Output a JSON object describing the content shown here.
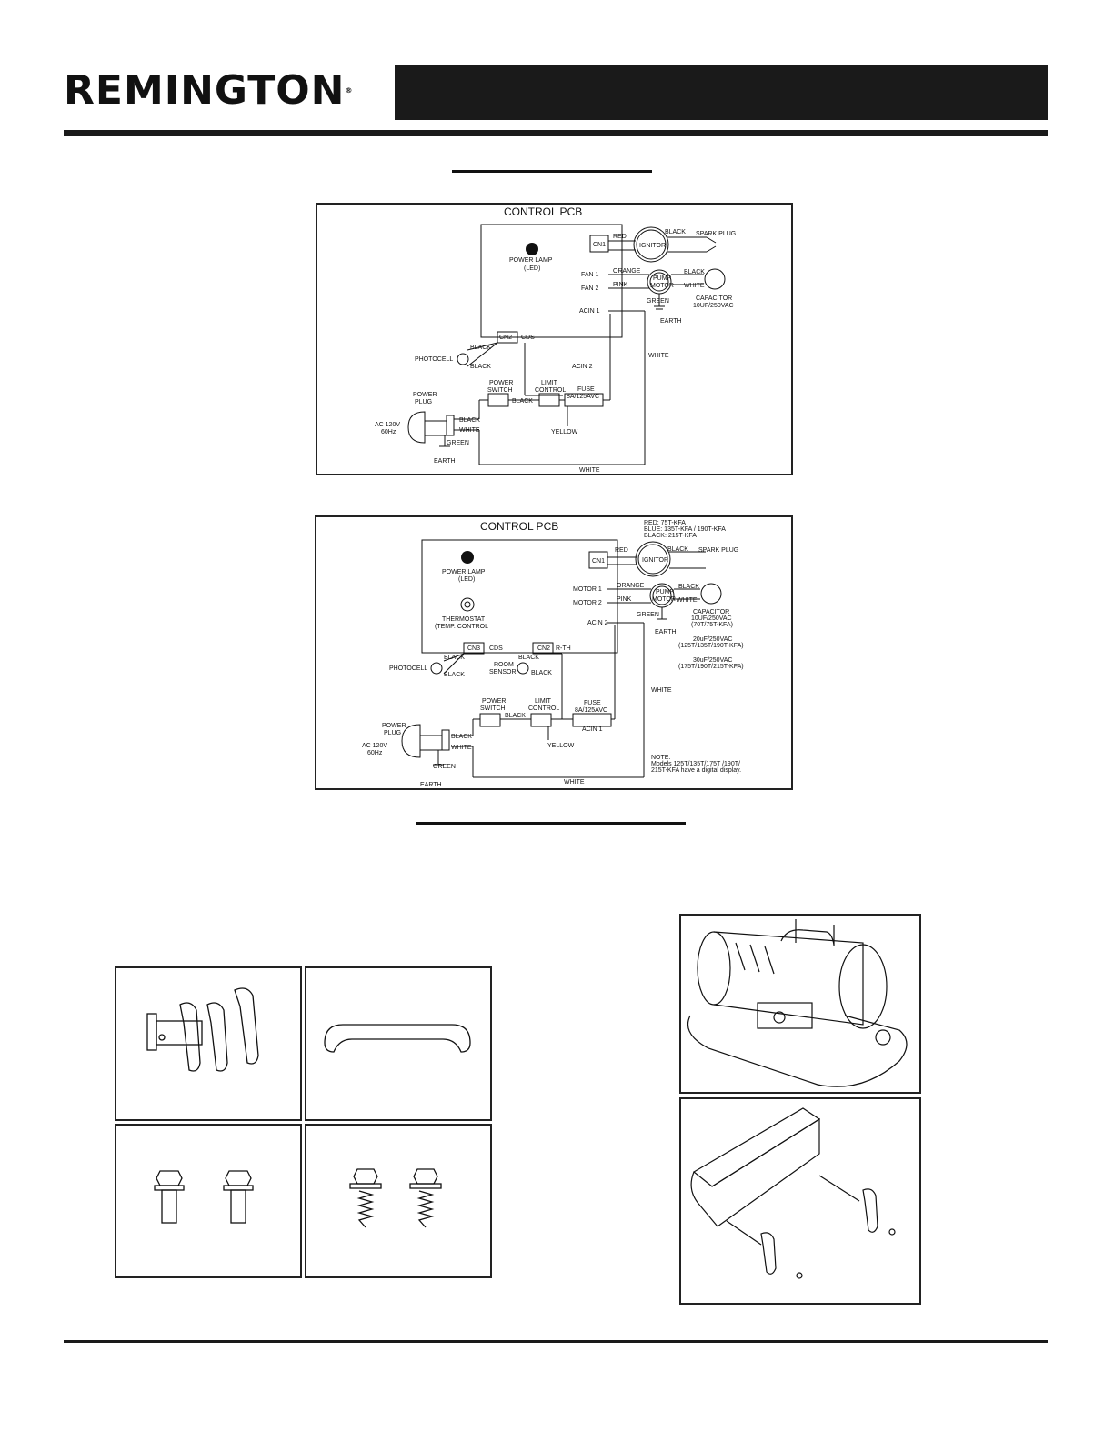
{
  "header": {
    "brand": "REMINGTON",
    "trademark": "®"
  },
  "diagram1": {
    "pcb_title": "CONTROL PCB",
    "power_lamp": "POWER LAMP",
    "led": "(LED)",
    "cn1": "CN1",
    "cn2": "CN2",
    "cds": "CDS",
    "ignitor": "IGNITOR",
    "spark_plug": "SPARK PLUG",
    "red": "RED",
    "black": "BLACK",
    "fan1": "FAN 1",
    "fan2": "FAN 2",
    "orange": "ORANGE",
    "pink": "PINK",
    "pump_motor_1": "PUMP",
    "pump_motor_2": "MOTOR",
    "white": "WHITE",
    "green": "GREEN",
    "earth": "EARTH",
    "capacitor": "CAPACITOR",
    "capacitor_rating": "10UF/250VAC",
    "acin1": "ACIN 1",
    "acin2": "ACIN 2",
    "photocell": "PHOTOCELL",
    "power_switch_1": "POWER",
    "power_switch_2": "SWITCH",
    "limit_control_1": "LIMIT",
    "limit_control_2": "CONTROL",
    "fuse": "FUSE",
    "fuse_rating": "8A/125AVC",
    "power_plug_1": "POWER",
    "power_plug_2": "PLUG",
    "ac": "AC 120V",
    "hz": "60Hz",
    "yellow": "YELLOW"
  },
  "diagram2": {
    "pcb_title": "CONTROL PCB",
    "legend_red": "RED:    75T-KFA",
    "legend_blue": "BLUE:   135T-KFA / 190T-KFA",
    "legend_black": "BLACK: 215T-KFA",
    "thermostat_1": "THERMOSTAT",
    "thermostat_2": "(TEMP. CONTROL",
    "cn3": "CN3",
    "rth": "R-TH",
    "motor1": "MOTOR 1",
    "motor2": "MOTOR 2",
    "room_sensor_1": "ROOM",
    "room_sensor_2": "SENSOR",
    "cap1": "10UF/250VAC",
    "cap1_models": "(70T/75T-KFA)",
    "cap2": "20uF/250VAC",
    "cap2_models": "(125T/135T/190T-KFA)",
    "cap3": "30uF/250VAC",
    "cap3_models": "(175T/190T/215T-KFA)",
    "note_title": "NOTE:",
    "note_line1": "Models 125T/135T/175T /190T/",
    "note_line2": "215T-KFA have a digital display."
  }
}
